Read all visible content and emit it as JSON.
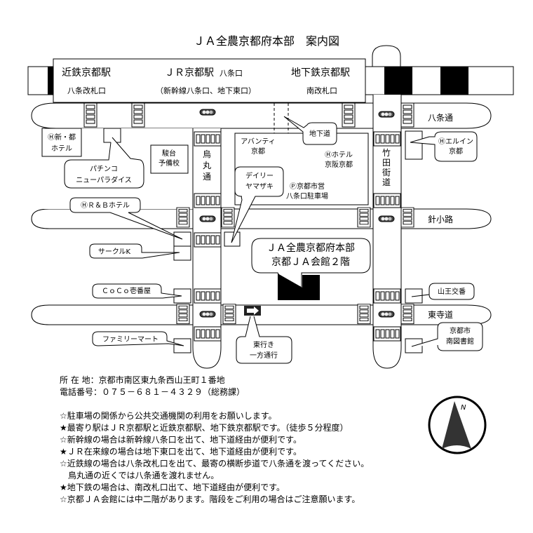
{
  "title": "ＪＡ全農京都府本部　案内図",
  "stations": {
    "kintetsu": {
      "name": "近鉄京都駅",
      "exit": "八条改札口"
    },
    "jr": {
      "name": "ＪＲ京都駅",
      "name_suffix": "八条口",
      "exit": "（新幹線八条口、地下東口）"
    },
    "subway": {
      "name": "地下鉄京都駅",
      "exit": "南改札口"
    }
  },
  "streets": {
    "hachijo": "八条通",
    "harikoji": "針小路",
    "higashi_terado": "東寺道",
    "karasuma": [
      "烏",
      "丸",
      "通"
    ],
    "takeda": [
      "竹",
      "田",
      "街",
      "道"
    ]
  },
  "places": {
    "shinmiyako_hotel": [
      "Ⓗ新・都",
      "ホテル"
    ],
    "pachinko": [
      "パチンコ",
      "ニューパラダイス"
    ],
    "sundai": [
      "駿台",
      "予備校"
    ],
    "avanti": [
      "アバンティ",
      "京都"
    ],
    "hotel_keihan": [
      "Ⓗホテル",
      "京阪京都"
    ],
    "daily_yamazaki": [
      "デイリー",
      "ヤマザキ"
    ],
    "parking": [
      "Ⓟ京都市営",
      "八条口駐車場"
    ],
    "underground": "地下道",
    "el_inn": [
      "Ⓗエルイン",
      "京都"
    ],
    "rb_hotel": "ⒽＲ＆Ｂホテル",
    "circle_k": "サークルK",
    "coco": "ＣｏＣｏ壱番屋",
    "family_mart": "ファミリーマート",
    "sanno_koban": "山王交番",
    "library": [
      "京都市",
      "南図書館"
    ],
    "one_way": [
      "東行き",
      "一方通行"
    ],
    "destination": [
      "ＪＡ全農京都府本部",
      "京都ＪＡ会館２階"
    ]
  },
  "compass": {
    "label": "N"
  },
  "address": {
    "label": "所 在 地：",
    "value": "京都市南区東九条西山王町１番地",
    "phone_label": "電話番号：",
    "phone": "０７５－６８１－４３２９（総務課）"
  },
  "notes": [
    "☆駐車場の関係から公共交通機関の利用をお願いします。",
    "★最寄り駅はＪＲ京都駅と近鉄京都駅、地下鉄京都駅です。（徒歩５分程度）",
    "☆新幹線の場合は新幹線八条口を出て、地下道経由が便利です。",
    "★ＪＲ在来線の場合は地下東口を出て、地下道経由が便利です。",
    "☆近鉄線の場合は八条改札口を出て、最寄の横断歩道で八条通を渡ってください。",
    "　鳥丸通の近くでは八条通を渡れません。",
    "★地下鉄の場合は、南改札口出て、地下道経由が便利です。",
    "☆京都ＪＡ会館には中二階があります。階段をご利用の場合はご注意願います。"
  ]
}
